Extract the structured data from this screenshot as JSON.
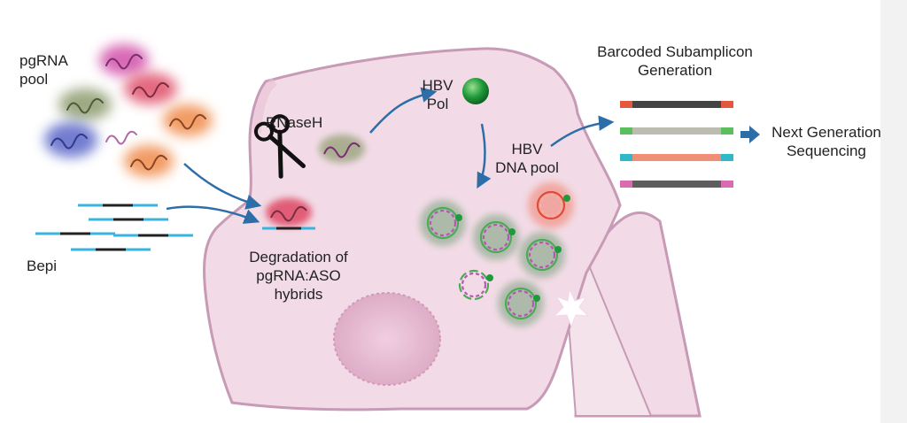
{
  "labels": {
    "pgrna_pool": [
      "pgRNA",
      "pool"
    ],
    "bepi": "Bepi",
    "rnaseh": "RNaseH",
    "degradation": [
      "Degradation of",
      "pgRNA:ASO",
      "hybrids"
    ],
    "hbv_pol": [
      "HBV",
      "Pol"
    ],
    "hbv_dna_pool": [
      "HBV",
      "DNA pool"
    ],
    "barcoded": [
      "Barcoded Subamplicon",
      "Generation"
    ],
    "ngs": [
      "Next Generation",
      "Sequencing"
    ]
  },
  "icons": {
    "scissors": "scissors-icon",
    "polymerase": "hbv-polymerase-sphere-icon",
    "star": "starburst-icon"
  },
  "colors": {
    "cell_fill": "#f2dbe6",
    "cell_outline": "#c79ab6",
    "nucleus": "#e7bfd3",
    "arrow": "#2e6ea8",
    "pgrna_magenta": "#d24fa8",
    "pgrna_red": "#e0506a",
    "pgrna_olive": "#8d9b6e",
    "pgrna_blue": "#5a66c8",
    "pgrna_orange": "#f08a4a",
    "aso_cyan": "#39b4e0",
    "aso_black": "#222222",
    "dna_green": "#4caa57",
    "dna_magenta": "#b955b6",
    "pol_green": "#1f9a3a"
  },
  "barcodes": [
    {
      "left": "#e4593d",
      "mid": "#444444",
      "right": "#e4593d"
    },
    {
      "left": "#5bbf5e",
      "mid": "#bcbcb0",
      "right": "#5bbf5e"
    },
    {
      "left": "#2fb9c8",
      "mid": "#f08f78",
      "right": "#2fb9c8"
    },
    {
      "left": "#d96bb3",
      "mid": "#5e5e5e",
      "right": "#d96bb3"
    }
  ]
}
